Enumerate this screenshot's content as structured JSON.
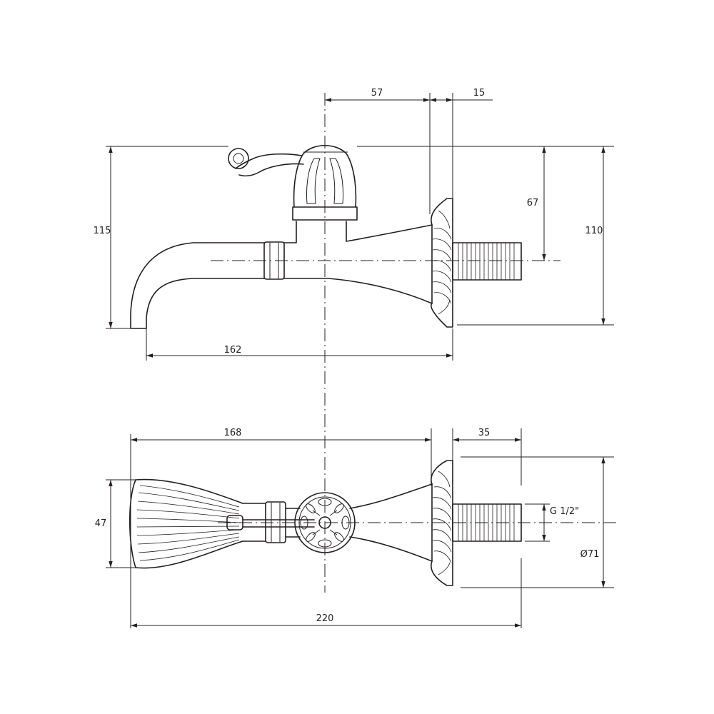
{
  "side_view": {
    "dim_spindle_to_flange": "57",
    "dim_flange_thickness": "15",
    "dim_total_height": "115",
    "dim_axis_height": "67",
    "dim_flange_height": "110",
    "dim_projection": "162"
  },
  "top_view": {
    "dim_spout_to_flange": "168",
    "dim_thread_length": "35",
    "dim_spout_width": "47",
    "dim_thread": "G 1/2\"",
    "dim_flange_diameter": "Ø71",
    "dim_total_length": "220"
  }
}
